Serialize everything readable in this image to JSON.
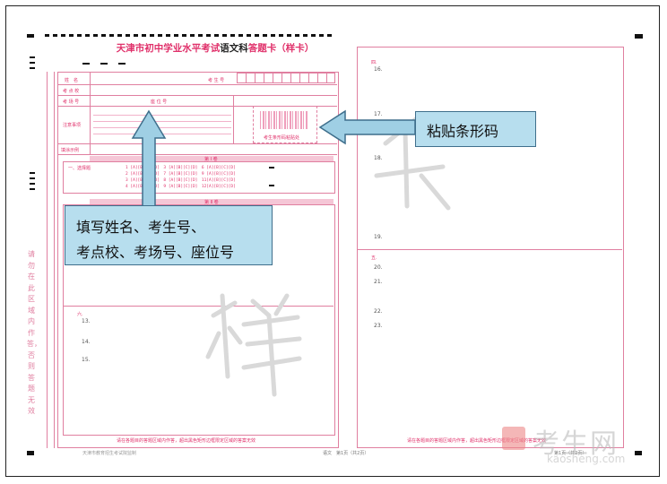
{
  "sheet": {
    "title_part1": "天津市初中学业水平考试",
    "title_part2": "语文科",
    "title_part3": "答题卡（样卡）",
    "label_name": "姓　名",
    "label_exam_site": "考 点 校",
    "label_room": "考 场 号",
    "label_seat": "座 位 号",
    "label_examno": "考 生 号",
    "label_notice": "注意事项",
    "label_fill_example": "填涂示例",
    "section1_title": "第 Ⅰ 卷",
    "section1_q": "一、选择题",
    "section2_title": "第 Ⅱ 卷",
    "barcode_caption": "考生条形码粘贴处",
    "section_four": "四.",
    "section_five": "五.",
    "section_six": "六.",
    "q16": "16.",
    "q17": "17.",
    "q18": "18.",
    "q19": "19.",
    "q20": "20.",
    "q21": "21.",
    "q22": "22.",
    "q23": "23.",
    "q13": "13.",
    "q14": "14.",
    "q15": "15.",
    "footer_left_warning": "请在各题目的答题区域内作答，超出黑色矩形边框限定区域的答案无效",
    "footer_right_warning": "请在各题目的答题区域内作答，超出黑色矩形边框限定区域的答案无效",
    "footer_left_small": "天津市教育招生考试院监制",
    "footer_mid_small": "语文　第1页（共2页）",
    "footer_right_small": "第1页（共2页）",
    "side_note": "请勿在此区域内作答，否则答题无效",
    "watermark_char": "样",
    "watermark_char2": "卡"
  },
  "callouts": {
    "barcode": "粘贴条形码",
    "fill_line1": "填写姓名、考生号、",
    "fill_line2": "考点校、考场号、座位号"
  },
  "logo": {
    "cn": "考生网",
    "en": "kaosheng.com"
  },
  "colors": {
    "pink": "#e0306a",
    "callout_bg": "#b7deee",
    "arrow_blue": "#9fcfe4",
    "arrow_border": "#3f6f8c"
  }
}
